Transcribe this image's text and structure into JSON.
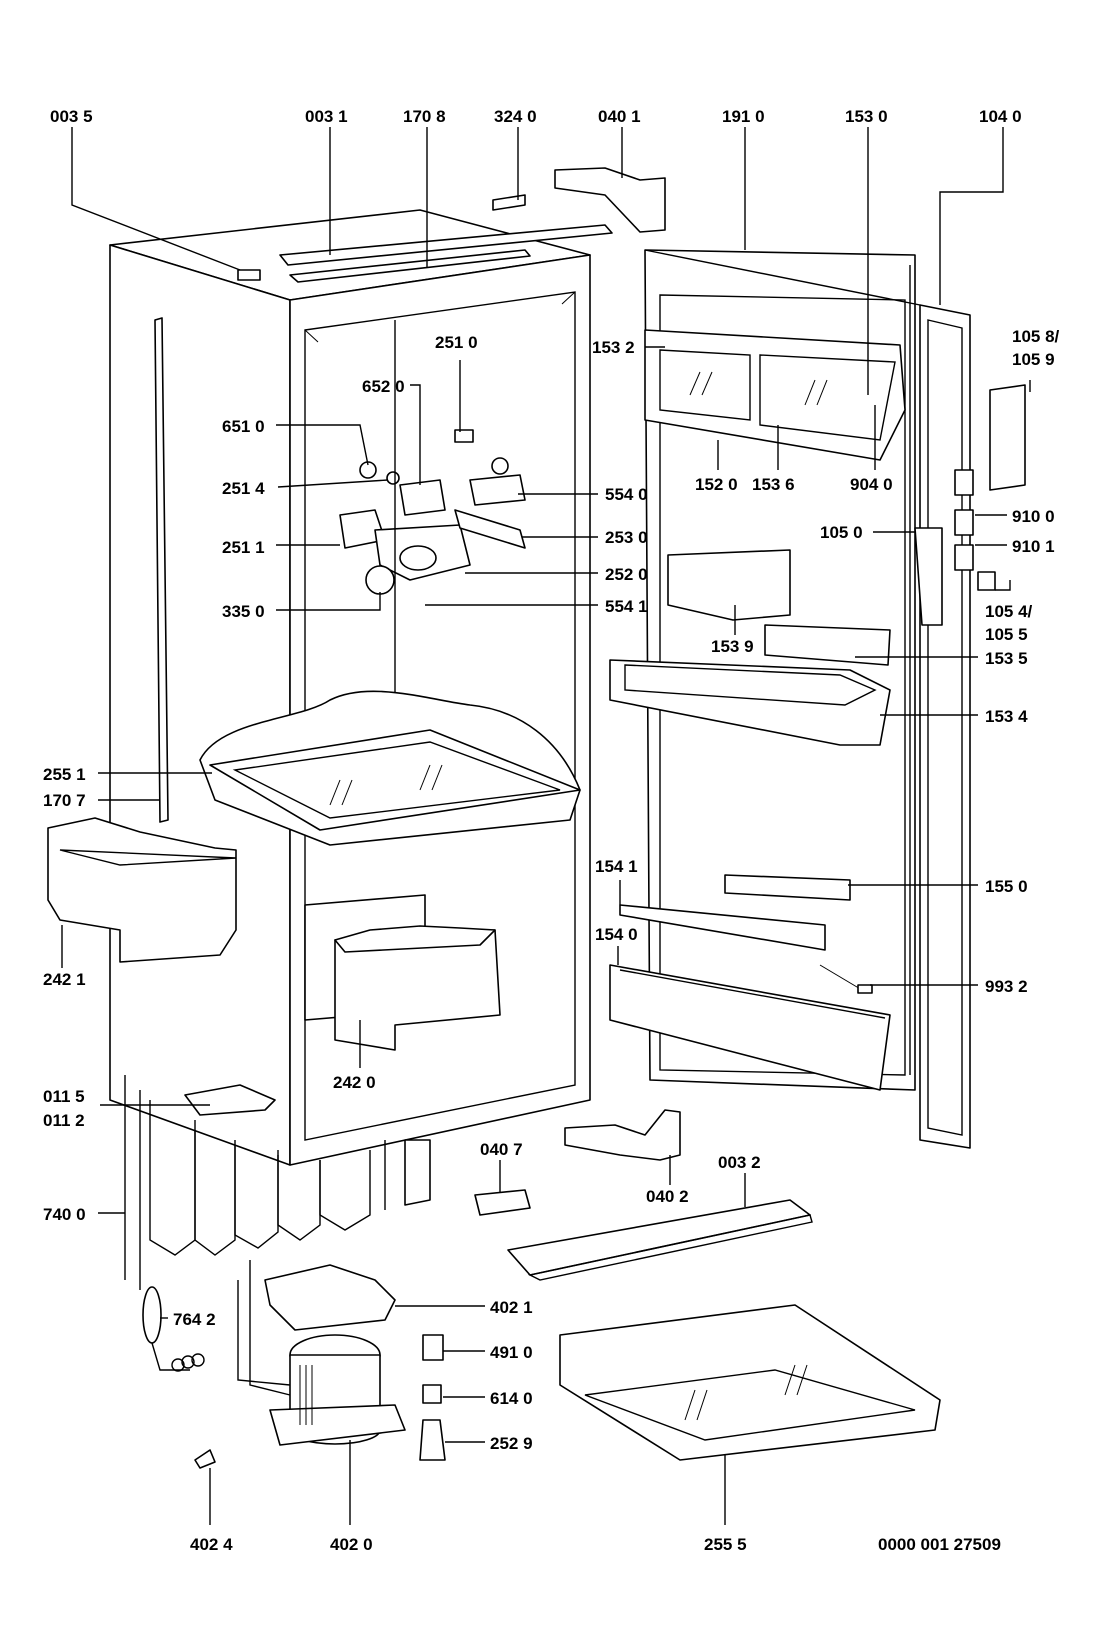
{
  "drawing_number": "0000 001 27509",
  "labels": [
    {
      "id": "0035",
      "text": "003 5"
    },
    {
      "id": "0031",
      "text": "003 1"
    },
    {
      "id": "1708",
      "text": "170 8"
    },
    {
      "id": "3240",
      "text": "324 0"
    },
    {
      "id": "0401",
      "text": "040 1"
    },
    {
      "id": "1910",
      "text": "191 0"
    },
    {
      "id": "1530",
      "text": "153 0"
    },
    {
      "id": "1040",
      "text": "104 0"
    },
    {
      "id": "1532",
      "text": "153 2"
    },
    {
      "id": "2510",
      "text": "251 0"
    },
    {
      "id": "6520",
      "text": "652 0"
    },
    {
      "id": "6510",
      "text": "651 0"
    },
    {
      "id": "2514",
      "text": "251 4"
    },
    {
      "id": "2511",
      "text": "251 1"
    },
    {
      "id": "3350",
      "text": "335 0"
    },
    {
      "id": "5540",
      "text": "554 0"
    },
    {
      "id": "2530",
      "text": "253 0"
    },
    {
      "id": "2520",
      "text": "252 0"
    },
    {
      "id": "5541",
      "text": "554 1"
    },
    {
      "id": "1520",
      "text": "152 0"
    },
    {
      "id": "1536",
      "text": "153 6"
    },
    {
      "id": "9040",
      "text": "904 0"
    },
    {
      "id": "1058",
      "text": "105 8/"
    },
    {
      "id": "1059",
      "text": "105 9"
    },
    {
      "id": "9100",
      "text": "910 0"
    },
    {
      "id": "9101",
      "text": "910 1"
    },
    {
      "id": "1050",
      "text": "105 0"
    },
    {
      "id": "1054",
      "text": "105 4/"
    },
    {
      "id": "1055",
      "text": "105 5"
    },
    {
      "id": "1539",
      "text": "153 9"
    },
    {
      "id": "1535",
      "text": "153 5"
    },
    {
      "id": "1534",
      "text": "153 4"
    },
    {
      "id": "2551",
      "text": "255 1"
    },
    {
      "id": "1707",
      "text": "170 7"
    },
    {
      "id": "2421",
      "text": "242 1"
    },
    {
      "id": "2420",
      "text": "242 0"
    },
    {
      "id": "1541",
      "text": "154 1"
    },
    {
      "id": "1540",
      "text": "154 0"
    },
    {
      "id": "1550",
      "text": "155 0"
    },
    {
      "id": "9932",
      "text": "993 2"
    },
    {
      "id": "0115",
      "text": "011 5"
    },
    {
      "id": "0112",
      "text": "011 2"
    },
    {
      "id": "0407",
      "text": "040 7"
    },
    {
      "id": "0402",
      "text": "040 2"
    },
    {
      "id": "0032",
      "text": "003 2"
    },
    {
      "id": "7400",
      "text": "740 0"
    },
    {
      "id": "4021",
      "text": "402 1"
    },
    {
      "id": "7642",
      "text": "764 2"
    },
    {
      "id": "4910",
      "text": "491 0"
    },
    {
      "id": "6140",
      "text": "614 0"
    },
    {
      "id": "2529",
      "text": "252 9"
    },
    {
      "id": "4024",
      "text": "402 4"
    },
    {
      "id": "4020",
      "text": "402 0"
    },
    {
      "id": "2555",
      "text": "255 5"
    }
  ]
}
